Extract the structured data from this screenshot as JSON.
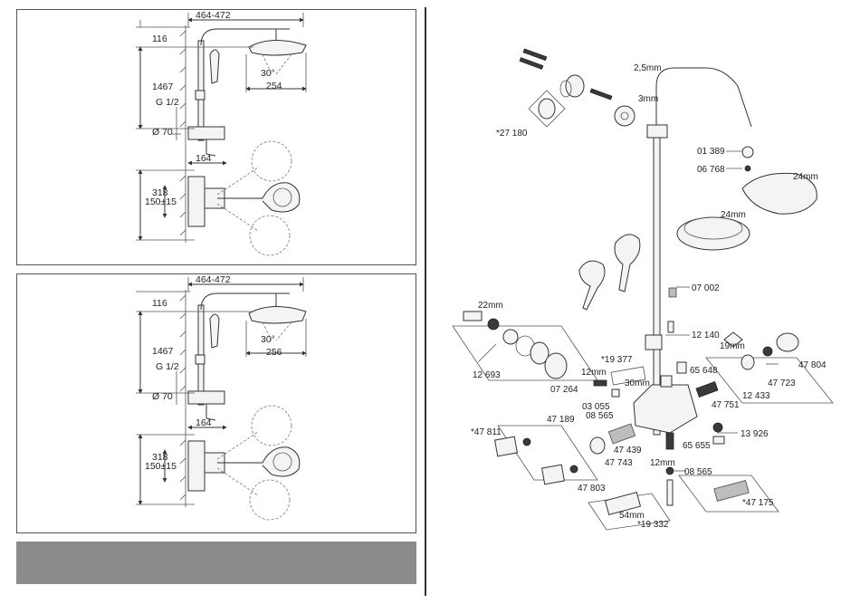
{
  "dimension_diagrams": [
    {
      "width_label": "464-472",
      "top_offset": "116",
      "height_label": "1467",
      "thread_label": "G 1/2",
      "diameter_label": "Ø 70",
      "angle_label": "30°",
      "head_width": "254",
      "depth_label": "164",
      "mixer_height": "318",
      "spacing_label": "150±15"
    },
    {
      "width_label": "464-472",
      "top_offset": "116",
      "height_label": "1467",
      "thread_label": "G 1/2",
      "diameter_label": "Ø 70",
      "angle_label": "30°",
      "head_width": "256",
      "depth_label": "164",
      "mixer_height": "318",
      "spacing_label": "150±15"
    }
  ],
  "tool_sizes": {
    "t1": "2,5mm",
    "t2": "3mm",
    "t3": "24mm",
    "t4": "24mm",
    "t5": "22mm",
    "t6": "19mm",
    "t7": "12mm",
    "t8": "30mm",
    "t9": "12mm",
    "t10": "54mm"
  },
  "parts": {
    "p27180": "*27 180",
    "p01389": "01 389",
    "p06768": "06 768",
    "p07002": "07 002",
    "p12140": "12 140",
    "p12693": "12 693",
    "p19377": "*19 377",
    "p07264": "07 264",
    "p03055": "03 055",
    "p08565a": "08 565",
    "p47189": "47 189",
    "p65648": "65 648",
    "p47804": "47 804",
    "p47723": "47 723",
    "p12433": "12 433",
    "p47751": "47 751",
    "p13926": "13 926",
    "p65655": "65 655",
    "p47811": "*47 811",
    "p47439": "47 439",
    "p47743": "47 743",
    "p08565b": "08 565",
    "p47803": "47 803",
    "p47175": "*47 175",
    "p19332": "*19 332"
  }
}
